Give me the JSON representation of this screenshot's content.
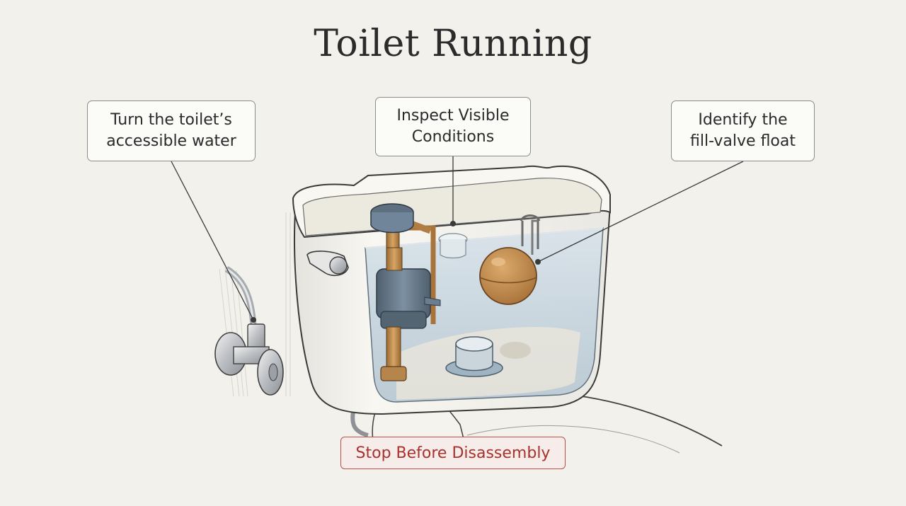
{
  "title": "Toilet Running",
  "callouts": {
    "left": {
      "line1": "Turn the toilet’s",
      "line2": "accessible water"
    },
    "center": {
      "line1": "Inspect Visible",
      "line2": "Conditions"
    },
    "right": {
      "line1": "Identify the",
      "line2": "fill-valve float"
    }
  },
  "warning": "Stop Before Disassembly",
  "colors": {
    "background": "#f2f1ec",
    "water": "#cdd9e1",
    "porcelain": "#f7f6f1",
    "brass": "#c58e4f",
    "fill_valve": "#6b7d8e",
    "warning_red": "#a8322c"
  }
}
